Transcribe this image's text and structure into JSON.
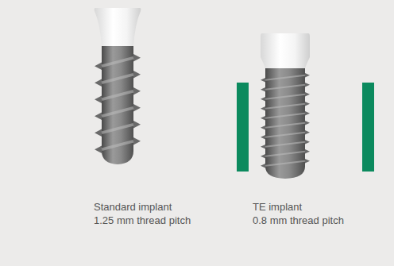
{
  "diagram": {
    "labels": [
      "Standard implant",
      "1.25 mm thread pitch",
      "TE implant",
      "0.8 mm thread pitch"
    ]
  }
}
